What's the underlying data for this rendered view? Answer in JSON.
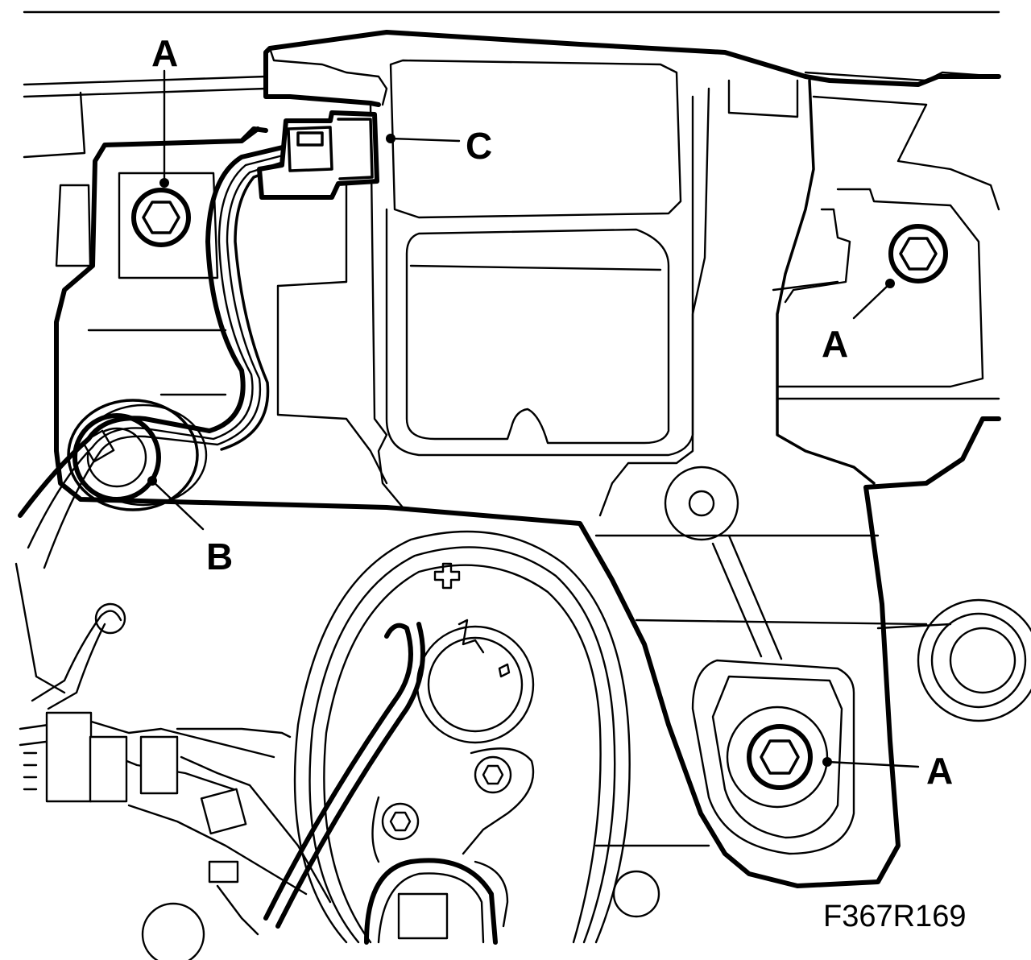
{
  "callouts": [
    {
      "id": "A1",
      "label": "A"
    },
    {
      "id": "A2",
      "label": "A"
    },
    {
      "id": "A3",
      "label": "A"
    },
    {
      "id": "B",
      "label": "B"
    },
    {
      "id": "C",
      "label": "C"
    }
  ],
  "figure_id": "F367R169",
  "colors": {
    "line": "#000000",
    "background": "#ffffff"
  }
}
